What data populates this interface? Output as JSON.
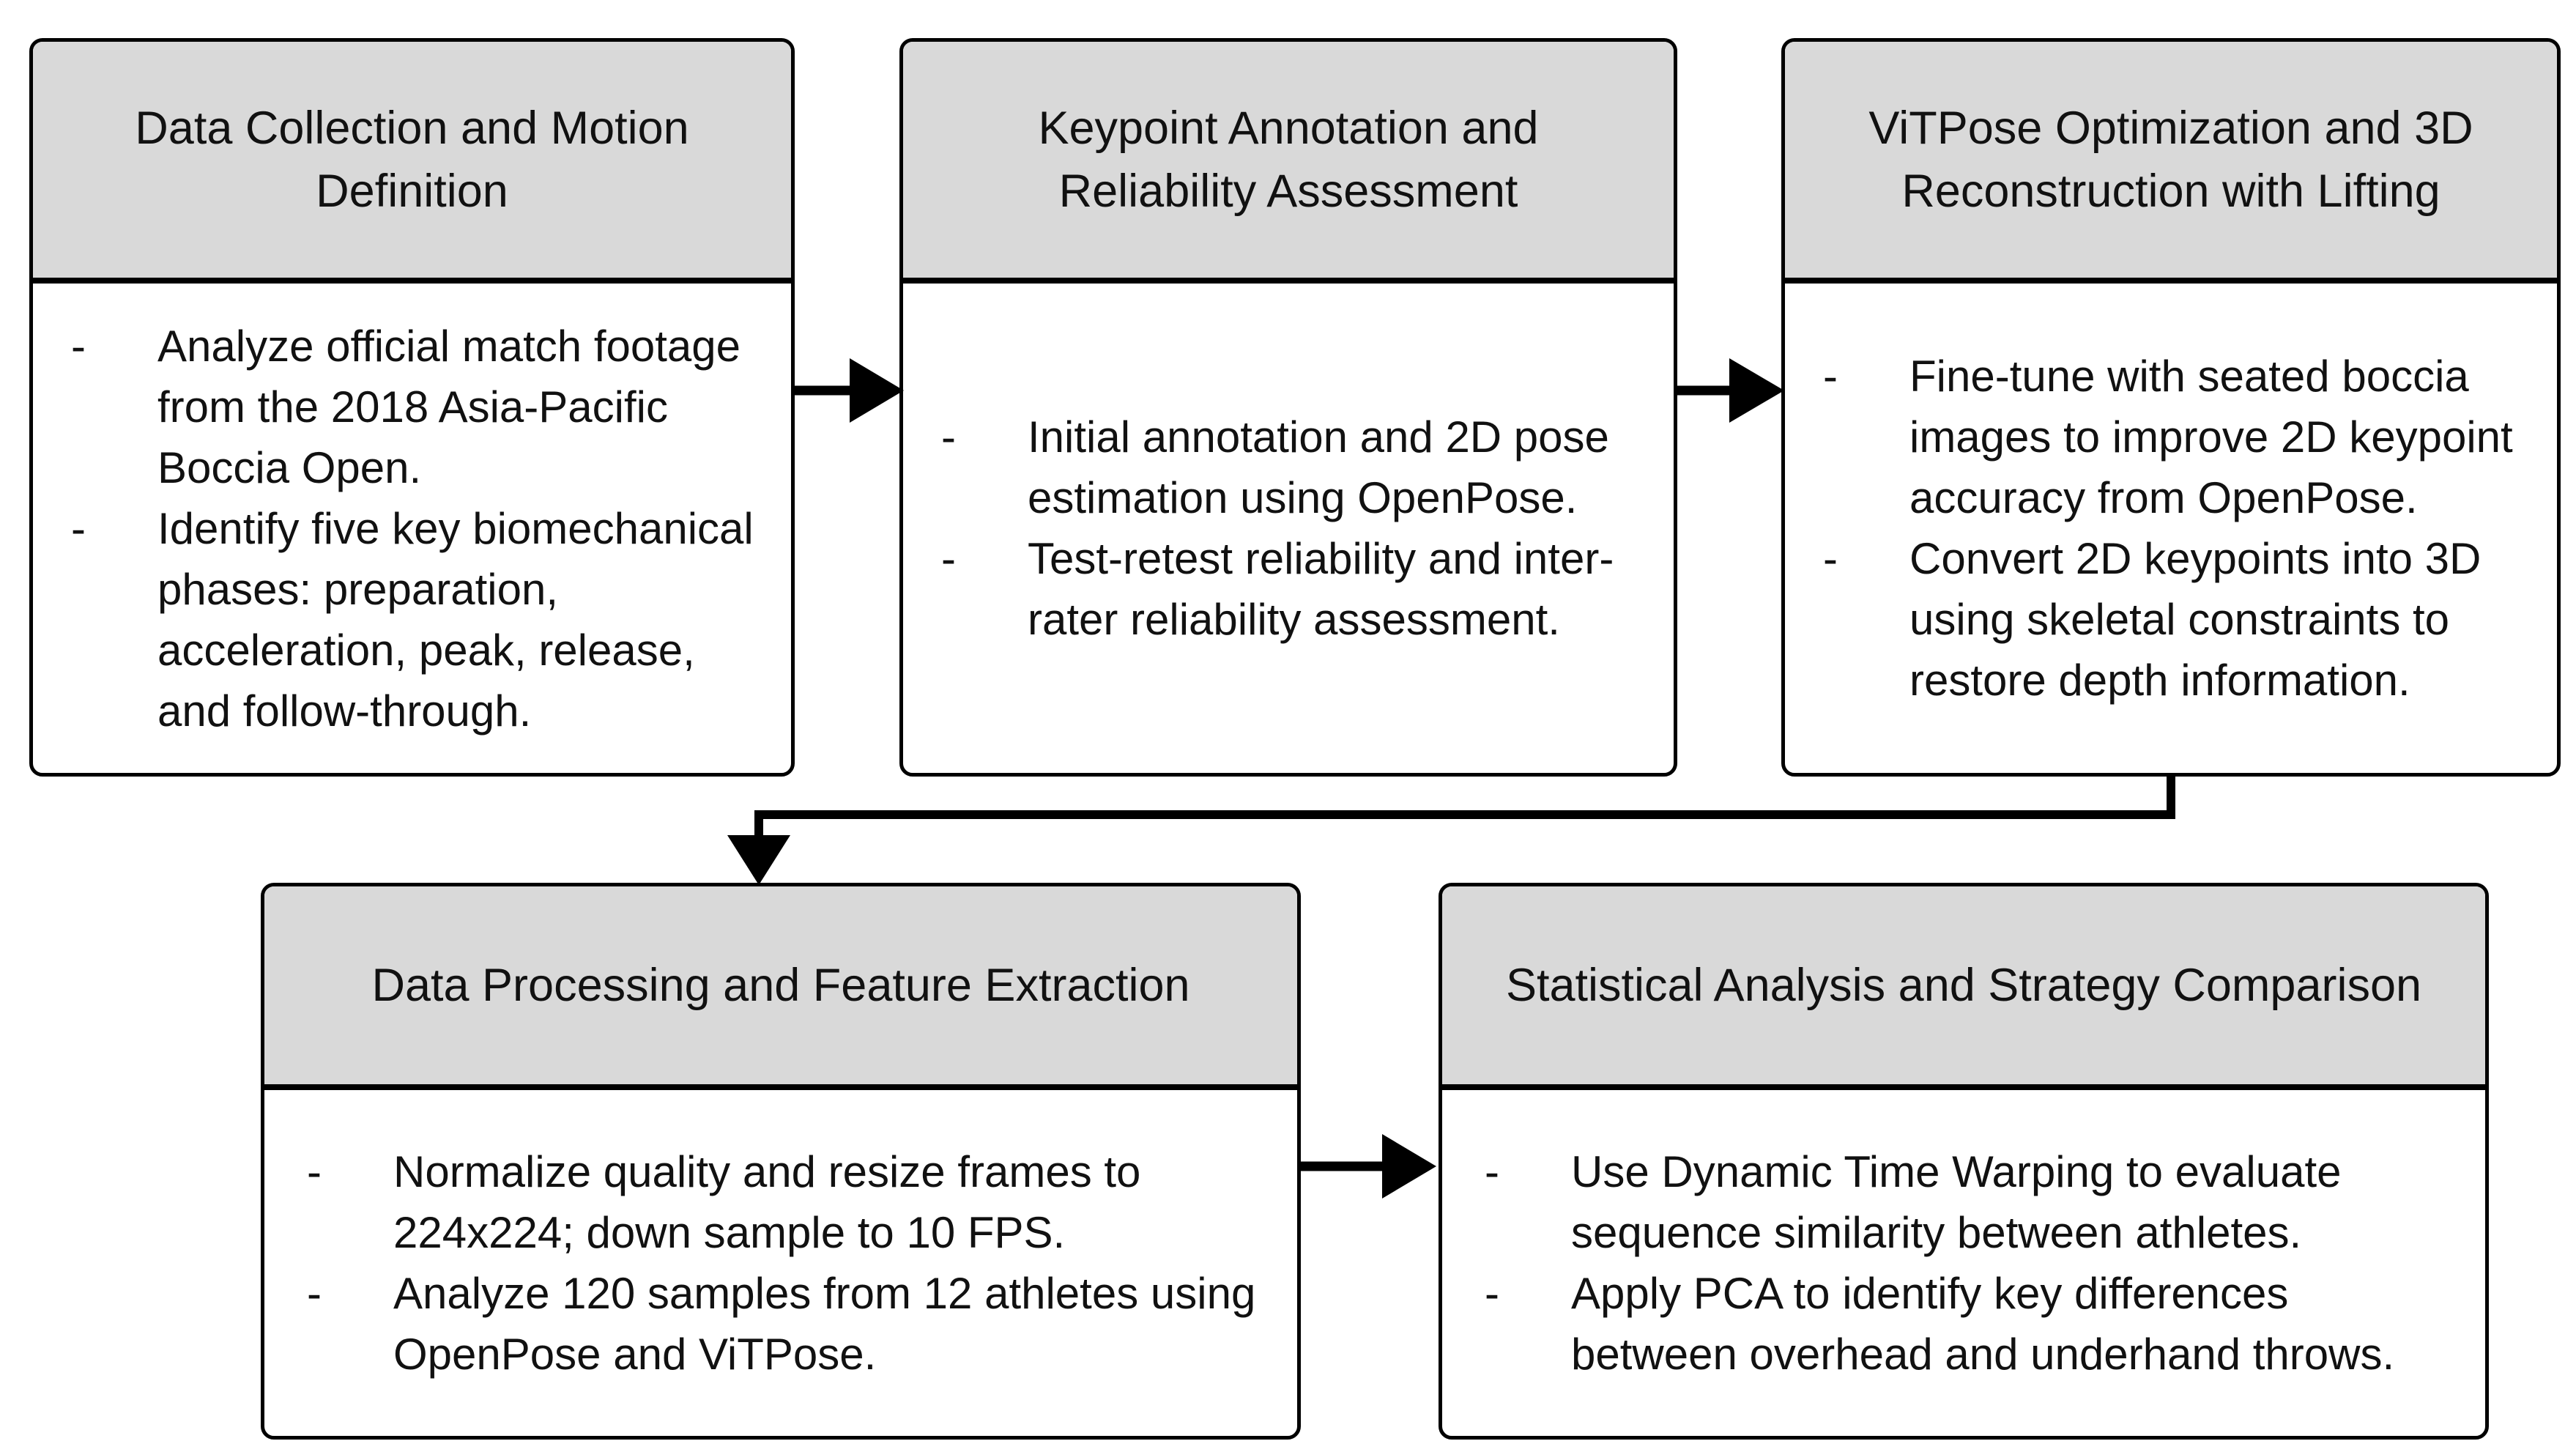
{
  "diagram": {
    "type": "flowchart",
    "bullet_marker": "-",
    "colors": {
      "header_fill": "#d9d9d9",
      "body_fill": "#ffffff",
      "border": "#000000",
      "arrow": "#000000",
      "text": "#111111",
      "background": "#ffffff"
    },
    "boxes": [
      {
        "id": "box-1",
        "title": "Data Collection and Motion Definition",
        "bullets": [
          "Analyze official match footage from the 2018 Asia-Pacific Boccia Open.",
          "Identify five key biomechanical phases: preparation, acceleration, peak, release, and follow-through."
        ]
      },
      {
        "id": "box-2",
        "title": "Keypoint Annotation and Reliability Assessment",
        "bullets": [
          "Initial annotation and 2D pose estimation using OpenPose.",
          "Test-retest reliability and inter-rater reliability assessment."
        ]
      },
      {
        "id": "box-3",
        "title": "ViTPose Optimization and 3D Reconstruction with Lifting",
        "bullets": [
          "Fine-tune with seated boccia images to improve 2D keypoint accuracy from OpenPose.",
          "Convert 2D keypoints into 3D using skeletal constraints to restore depth information."
        ]
      },
      {
        "id": "box-4",
        "title": "Data Processing and Feature Extraction",
        "bullets": [
          "Normalize quality and resize frames to 224x224; down sample to 10 FPS.",
          "Analyze 120 samples from 12 athletes using OpenPose and ViTPose."
        ]
      },
      {
        "id": "box-5",
        "title": "Statistical Analysis and Strategy Comparison",
        "bullets": [
          "Use Dynamic Time Warping to evaluate sequence similarity between athletes.",
          "Apply PCA to identify key differences between overhead and underhand throws."
        ]
      }
    ],
    "connectors": [
      {
        "from": "box-1",
        "to": "box-2",
        "style": "straight-right"
      },
      {
        "from": "box-2",
        "to": "box-3",
        "style": "straight-right"
      },
      {
        "from": "box-3",
        "to": "box-4",
        "style": "elbow-down-left-down"
      },
      {
        "from": "box-4",
        "to": "box-5",
        "style": "straight-right"
      }
    ]
  }
}
